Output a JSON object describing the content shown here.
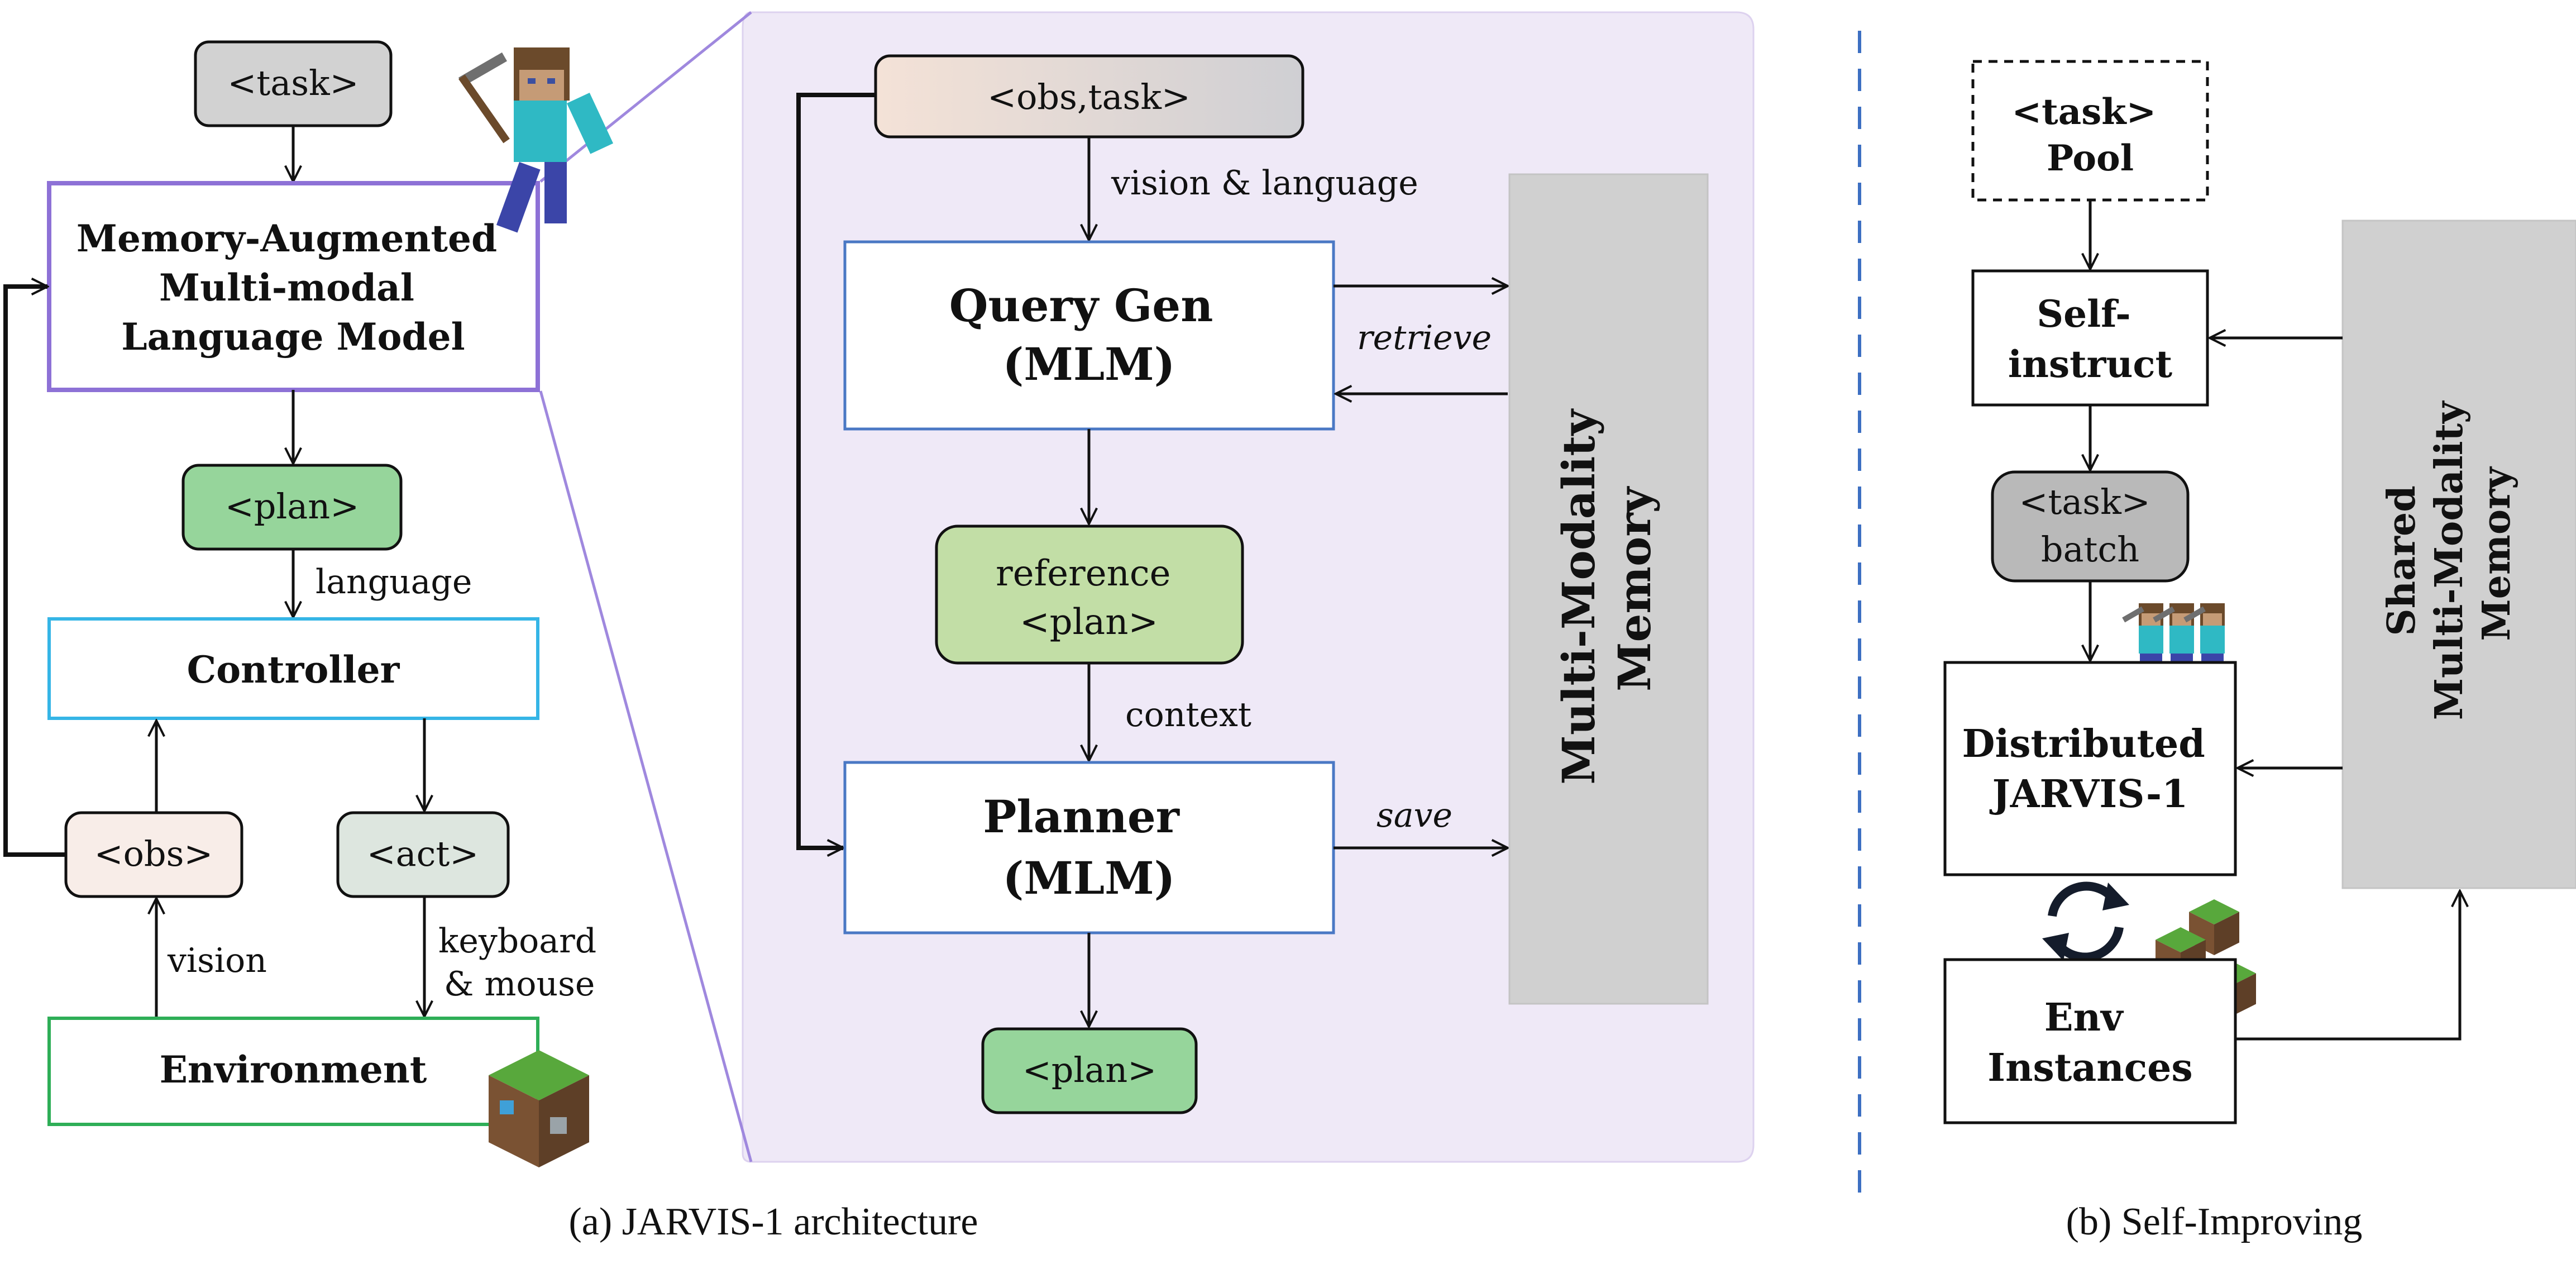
{
  "left": {
    "task": "<task>",
    "mlm": [
      "Memory-Augmented",
      "Multi-modal",
      "Language Model"
    ],
    "plan": "<plan>",
    "plan_to_controller": "language",
    "controller": "Controller",
    "obs": "<obs>",
    "act": "<act>",
    "vision": "vision",
    "keyboard": [
      "keyboard",
      "& mouse"
    ],
    "environment": "Environment",
    "caption": "(a) JARVIS-1 architecture"
  },
  "middle": {
    "obs_task": "<obs,task>",
    "vision_language": "vision & language",
    "query_gen": [
      "Query Gen",
      "(MLM)"
    ],
    "retrieve": "retrieve",
    "reference_plan": [
      "reference",
      "<plan>"
    ],
    "context": "context",
    "planner": [
      "Planner",
      "(MLM)"
    ],
    "save": "save",
    "plan": "<plan>",
    "memory": [
      "Multi-Modality",
      "Memory"
    ]
  },
  "right": {
    "task_pool": [
      "<task>",
      "Pool"
    ],
    "self_instruct": [
      "Self-",
      "instruct"
    ],
    "task_batch": [
      "<task>",
      "batch"
    ],
    "distributed": [
      "Distributed",
      "JARVIS-1"
    ],
    "env_instances": [
      "Env",
      "Instances"
    ],
    "shared_memory": [
      "Shared",
      "Multi-Modality",
      "Memory"
    ],
    "caption": "(b) Self-Improving"
  },
  "colors": {
    "mlm_border": "#8d71d6",
    "controller_border": "#35b5e6",
    "environment_border": "#2eae57",
    "blue_box_border": "#4a78c4",
    "plan_fill": "#96d59b",
    "reference_fill": "#c2dea6",
    "task_fill": "#d2d2d2",
    "memory_fill": "#d0d0d0",
    "panel_fill": "#efe9f7",
    "divider": "#3d6fc2"
  },
  "icons": [
    "minecraft-steve-icon",
    "grass-block-icon",
    "refresh-cycle-icon"
  ]
}
